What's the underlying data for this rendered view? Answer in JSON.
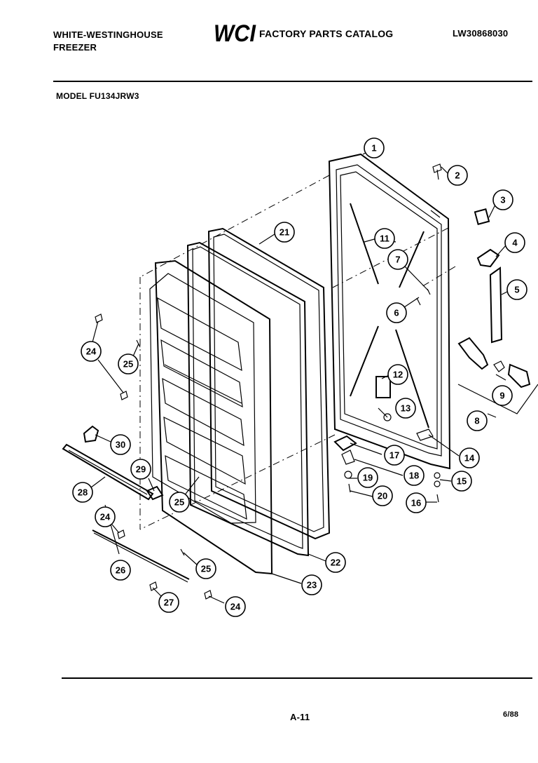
{
  "header": {
    "brand": "WHITE-WESTINGHOUSE",
    "product": "FREEZER",
    "logo_text": "WCI",
    "catalog_title": "FACTORY PARTS CATALOG",
    "catalog_number": "LW30868030",
    "model": "MODEL FU134JRW3"
  },
  "footer": {
    "page": "A-11",
    "date": "6/88"
  },
  "callouts": [
    {
      "id": "1",
      "label": "1"
    },
    {
      "id": "2",
      "label": "2"
    },
    {
      "id": "3",
      "label": "3"
    },
    {
      "id": "4",
      "label": "4"
    },
    {
      "id": "5",
      "label": "5"
    },
    {
      "id": "6",
      "label": "6"
    },
    {
      "id": "7",
      "label": "7"
    },
    {
      "id": "8",
      "label": "8"
    },
    {
      "id": "9",
      "label": "9"
    },
    {
      "id": "11",
      "label": "11"
    },
    {
      "id": "12",
      "label": "12"
    },
    {
      "id": "13",
      "label": "13"
    },
    {
      "id": "14",
      "label": "14"
    },
    {
      "id": "15",
      "label": "15"
    },
    {
      "id": "16",
      "label": "16"
    },
    {
      "id": "17",
      "label": "17"
    },
    {
      "id": "18",
      "label": "18"
    },
    {
      "id": "19",
      "label": "19"
    },
    {
      "id": "20",
      "label": "20"
    },
    {
      "id": "21",
      "label": "21"
    },
    {
      "id": "22",
      "label": "22"
    },
    {
      "id": "23",
      "label": "23"
    },
    {
      "id": "24a",
      "label": "24"
    },
    {
      "id": "24b",
      "label": "24"
    },
    {
      "id": "24c",
      "label": "24"
    },
    {
      "id": "25a",
      "label": "25"
    },
    {
      "id": "25b",
      "label": "25"
    },
    {
      "id": "25c",
      "label": "25"
    },
    {
      "id": "26",
      "label": "26"
    },
    {
      "id": "27",
      "label": "27"
    },
    {
      "id": "28",
      "label": "28"
    },
    {
      "id": "29",
      "label": "29"
    },
    {
      "id": "30",
      "label": "30"
    }
  ]
}
